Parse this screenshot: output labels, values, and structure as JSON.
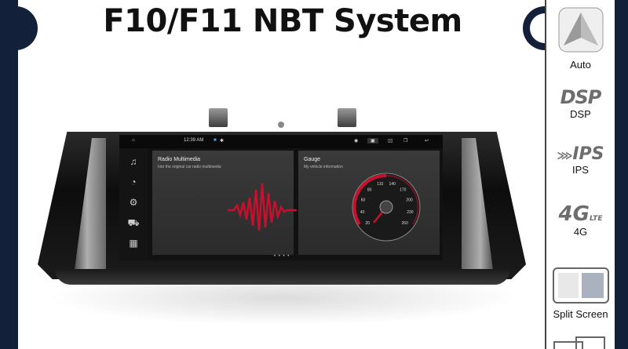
{
  "title": "F10/F11 NBT System",
  "features": [
    {
      "label": "Auto",
      "icon": "android-auto-icon"
    },
    {
      "label": "DSP",
      "logo_text": "DSP",
      "icon": "dsp-logo-icon"
    },
    {
      "label": "IPS",
      "logo_text": "IPS",
      "icon": "ips-logo-icon"
    },
    {
      "label": "4G",
      "logo_text": "4G",
      "logo_sub": "LTE",
      "icon": "4g-lte-icon"
    },
    {
      "label": "Split Screen",
      "icon": "split-screen-icon"
    }
  ],
  "screen": {
    "time": "12:39 AM",
    "cards": [
      {
        "title": "Radio Multimedia",
        "subtitle": "Into the original car radio multimedia",
        "icon": "sound-wave-icon"
      },
      {
        "title": "Gauge",
        "subtitle": "My vehicle information",
        "icon": "speedometer-icon"
      }
    ],
    "gauge_ticks": [
      "10",
      "20",
      "30",
      "40",
      "50",
      "60",
      "70",
      "80",
      "90",
      "100",
      "110",
      "120",
      "130",
      "140",
      "150",
      "160",
      "170",
      "180",
      "190",
      "200",
      "210",
      "220",
      "230",
      "240",
      "250",
      "260"
    ],
    "gauge_labels": [
      "20",
      "40",
      "60",
      "80",
      "110",
      "140",
      "170",
      "200",
      "230",
      "260"
    ],
    "pager": "• • • •"
  },
  "colors": {
    "accent_red": "#c8102e",
    "logo_grey": "#6d6d6d",
    "background_dark": "#13203a"
  }
}
